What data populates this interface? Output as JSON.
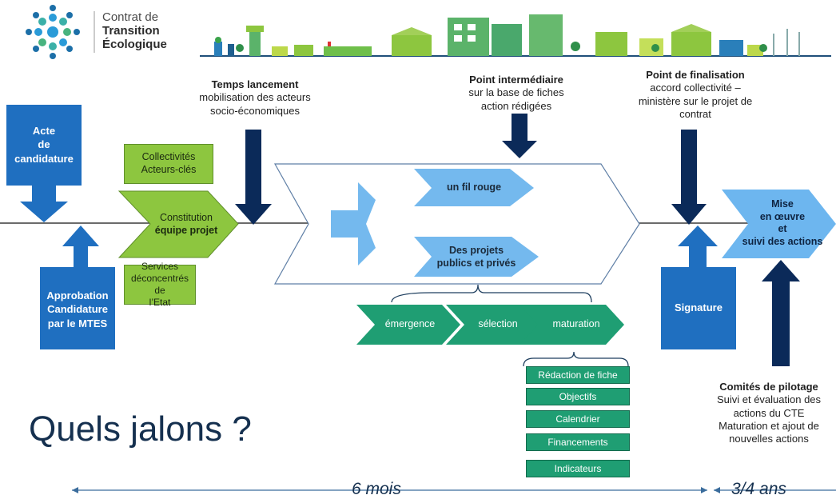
{
  "logo": {
    "line1": "Contrat de",
    "line2": "Transition",
    "line3": "Écologique"
  },
  "milestones": {
    "launch": {
      "title": "Temps lancement",
      "line1": "mobilisation des acteurs",
      "line2": "socio-économiques"
    },
    "intermediate": {
      "title": "Point intermédiaire",
      "line1": "sur la base de fiches",
      "line2": "action rédigées"
    },
    "final": {
      "title": "Point de finalisation",
      "line1": "accord collectivité –",
      "line2": "ministère sur le projet de",
      "line3": "contrat"
    },
    "steering": {
      "title": "Comités de pilotage",
      "line1": "Suivi et évaluation des",
      "line2": "actions du CTE",
      "line3": "Maturation et ajout de",
      "line4": "nouvelles actions"
    }
  },
  "boxes": {
    "acte": {
      "line1": "Acte",
      "line2": "de",
      "line3": "candidature"
    },
    "approbation": {
      "line1": "Approbation",
      "line2": "Candidature",
      "line3": "par le MTES"
    },
    "signature": "Signature",
    "collectivites": {
      "line1": "Collectivités",
      "line2": "Acteurs-clés"
    },
    "services": {
      "line1": "Services",
      "line2": "déconcentrés de",
      "line3": "l’Etat"
    },
    "constitution": {
      "line1": "Constitution",
      "line2": "équipe projet"
    },
    "fil_rouge": "un fil rouge",
    "projets": {
      "line1": "Des projets",
      "line2": "publics et privés"
    },
    "mise_en_oeuvre": {
      "line1": "Mise",
      "line2": "en œuvre",
      "line3": "et",
      "line4": "suivi des actions"
    }
  },
  "phases": [
    "émergence",
    "sélection",
    "maturation"
  ],
  "fiche_items": [
    "Rédaction de fiche",
    "Objectifs",
    "Calendrier",
    "Financements",
    "Indicateurs"
  ],
  "title": "Quels jalons ?",
  "durations": {
    "first": "6 mois",
    "second": "3/4 ans"
  },
  "colors": {
    "dark_navy": "#0b2a59",
    "blue": "#1f6fc0",
    "light_blue": "#74b9ee",
    "green": "#8dc63f",
    "teal": "#1f9e73"
  }
}
